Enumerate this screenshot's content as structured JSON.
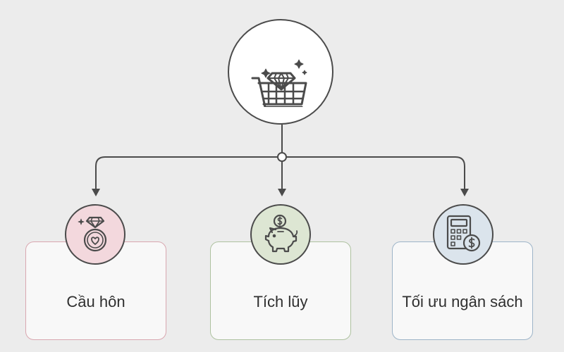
{
  "root": {
    "icon": "shopping-cart-diamond-icon"
  },
  "branches": [
    {
      "label": "Cầu hôn",
      "icon": "diamond-ring-icon",
      "accent": "#f3d8dd",
      "border": "#d9a7b0"
    },
    {
      "label": "Tích lũy",
      "icon": "piggy-bank-icon",
      "accent": "#dde6d3",
      "border": "#aec2a0"
    },
    {
      "label": "Tối ưu ngân sách",
      "icon": "calculator-dollar-icon",
      "accent": "#dbe4ec",
      "border": "#9db4c8"
    }
  ],
  "colors": {
    "line": "#4b4b4b",
    "background": "#ececec"
  }
}
